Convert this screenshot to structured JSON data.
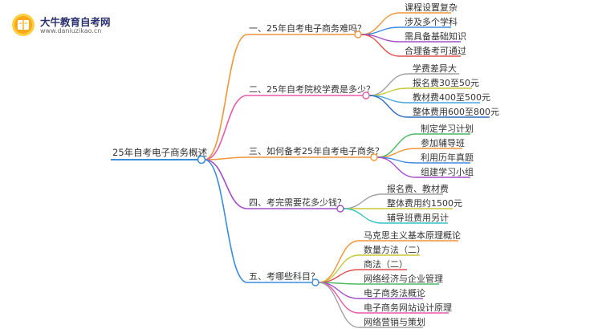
{
  "brand": {
    "name": "大牛教育自考网",
    "url": "www.daniuzikao.cn"
  },
  "mindmap": {
    "root": "25年自考电子商务概述",
    "branches": [
      {
        "label": "一、25年自考电子商务难吗？",
        "color": "#f0963a",
        "children": [
          {
            "label": "课程设置复杂",
            "color": "#f0963a"
          },
          {
            "label": "涉及多个学科",
            "color": "#3d8be0"
          },
          {
            "label": "需具备基础知识",
            "color": "#a34dc9"
          },
          {
            "label": "合理备考可通过",
            "color": "#e24f4f"
          }
        ]
      },
      {
        "label": "二、25年自考院校学费是多少？",
        "color": "#e85aa8",
        "children": [
          {
            "label": "学费差异大",
            "color": "#a2a2a2"
          },
          {
            "label": "报名费30至50元",
            "color": "#c8c83c"
          },
          {
            "label": "教材费400至500元",
            "color": "#46a7e0"
          },
          {
            "label": "整体费用600至800元",
            "color": "#2d6fbe"
          }
        ]
      },
      {
        "label": "三、如何备考25年自考电子商务？",
        "color": "#f0963a",
        "children": [
          {
            "label": "制定学习计划",
            "color": "#4cb860"
          },
          {
            "label": "参加辅导班",
            "color": "#f0963a"
          },
          {
            "label": "利用历年真题",
            "color": "#3d8be0"
          },
          {
            "label": "组建学习小组",
            "color": "#a34dc9"
          }
        ]
      },
      {
        "label": "四、考完需要花多少钱？",
        "color": "#a34dc9",
        "children": [
          {
            "label": "报名费、教材费",
            "color": "#a2a2a2"
          },
          {
            "label": "整体费用约1500元",
            "color": "#c8c83c"
          },
          {
            "label": "辅导班费用另计",
            "color": "#38c2c2"
          }
        ]
      },
      {
        "label": "五、考哪些科目？",
        "color": "#3a8dd8",
        "children": [
          {
            "label": "马克思主义基本原理概论",
            "color": "#f0963a"
          },
          {
            "label": "数量方法（二）",
            "color": "#c8c83c"
          },
          {
            "label": "商法（二）",
            "color": "#e24f4f"
          },
          {
            "label": "网络经济与企业管理",
            "color": "#4cb860"
          },
          {
            "label": "电子商务法概论",
            "color": "#a34dc9"
          },
          {
            "label": "电子商务网站设计原理",
            "color": "#e85aa8"
          },
          {
            "label": "网络营销与策划",
            "color": "#a2a2a2"
          }
        ]
      }
    ]
  }
}
